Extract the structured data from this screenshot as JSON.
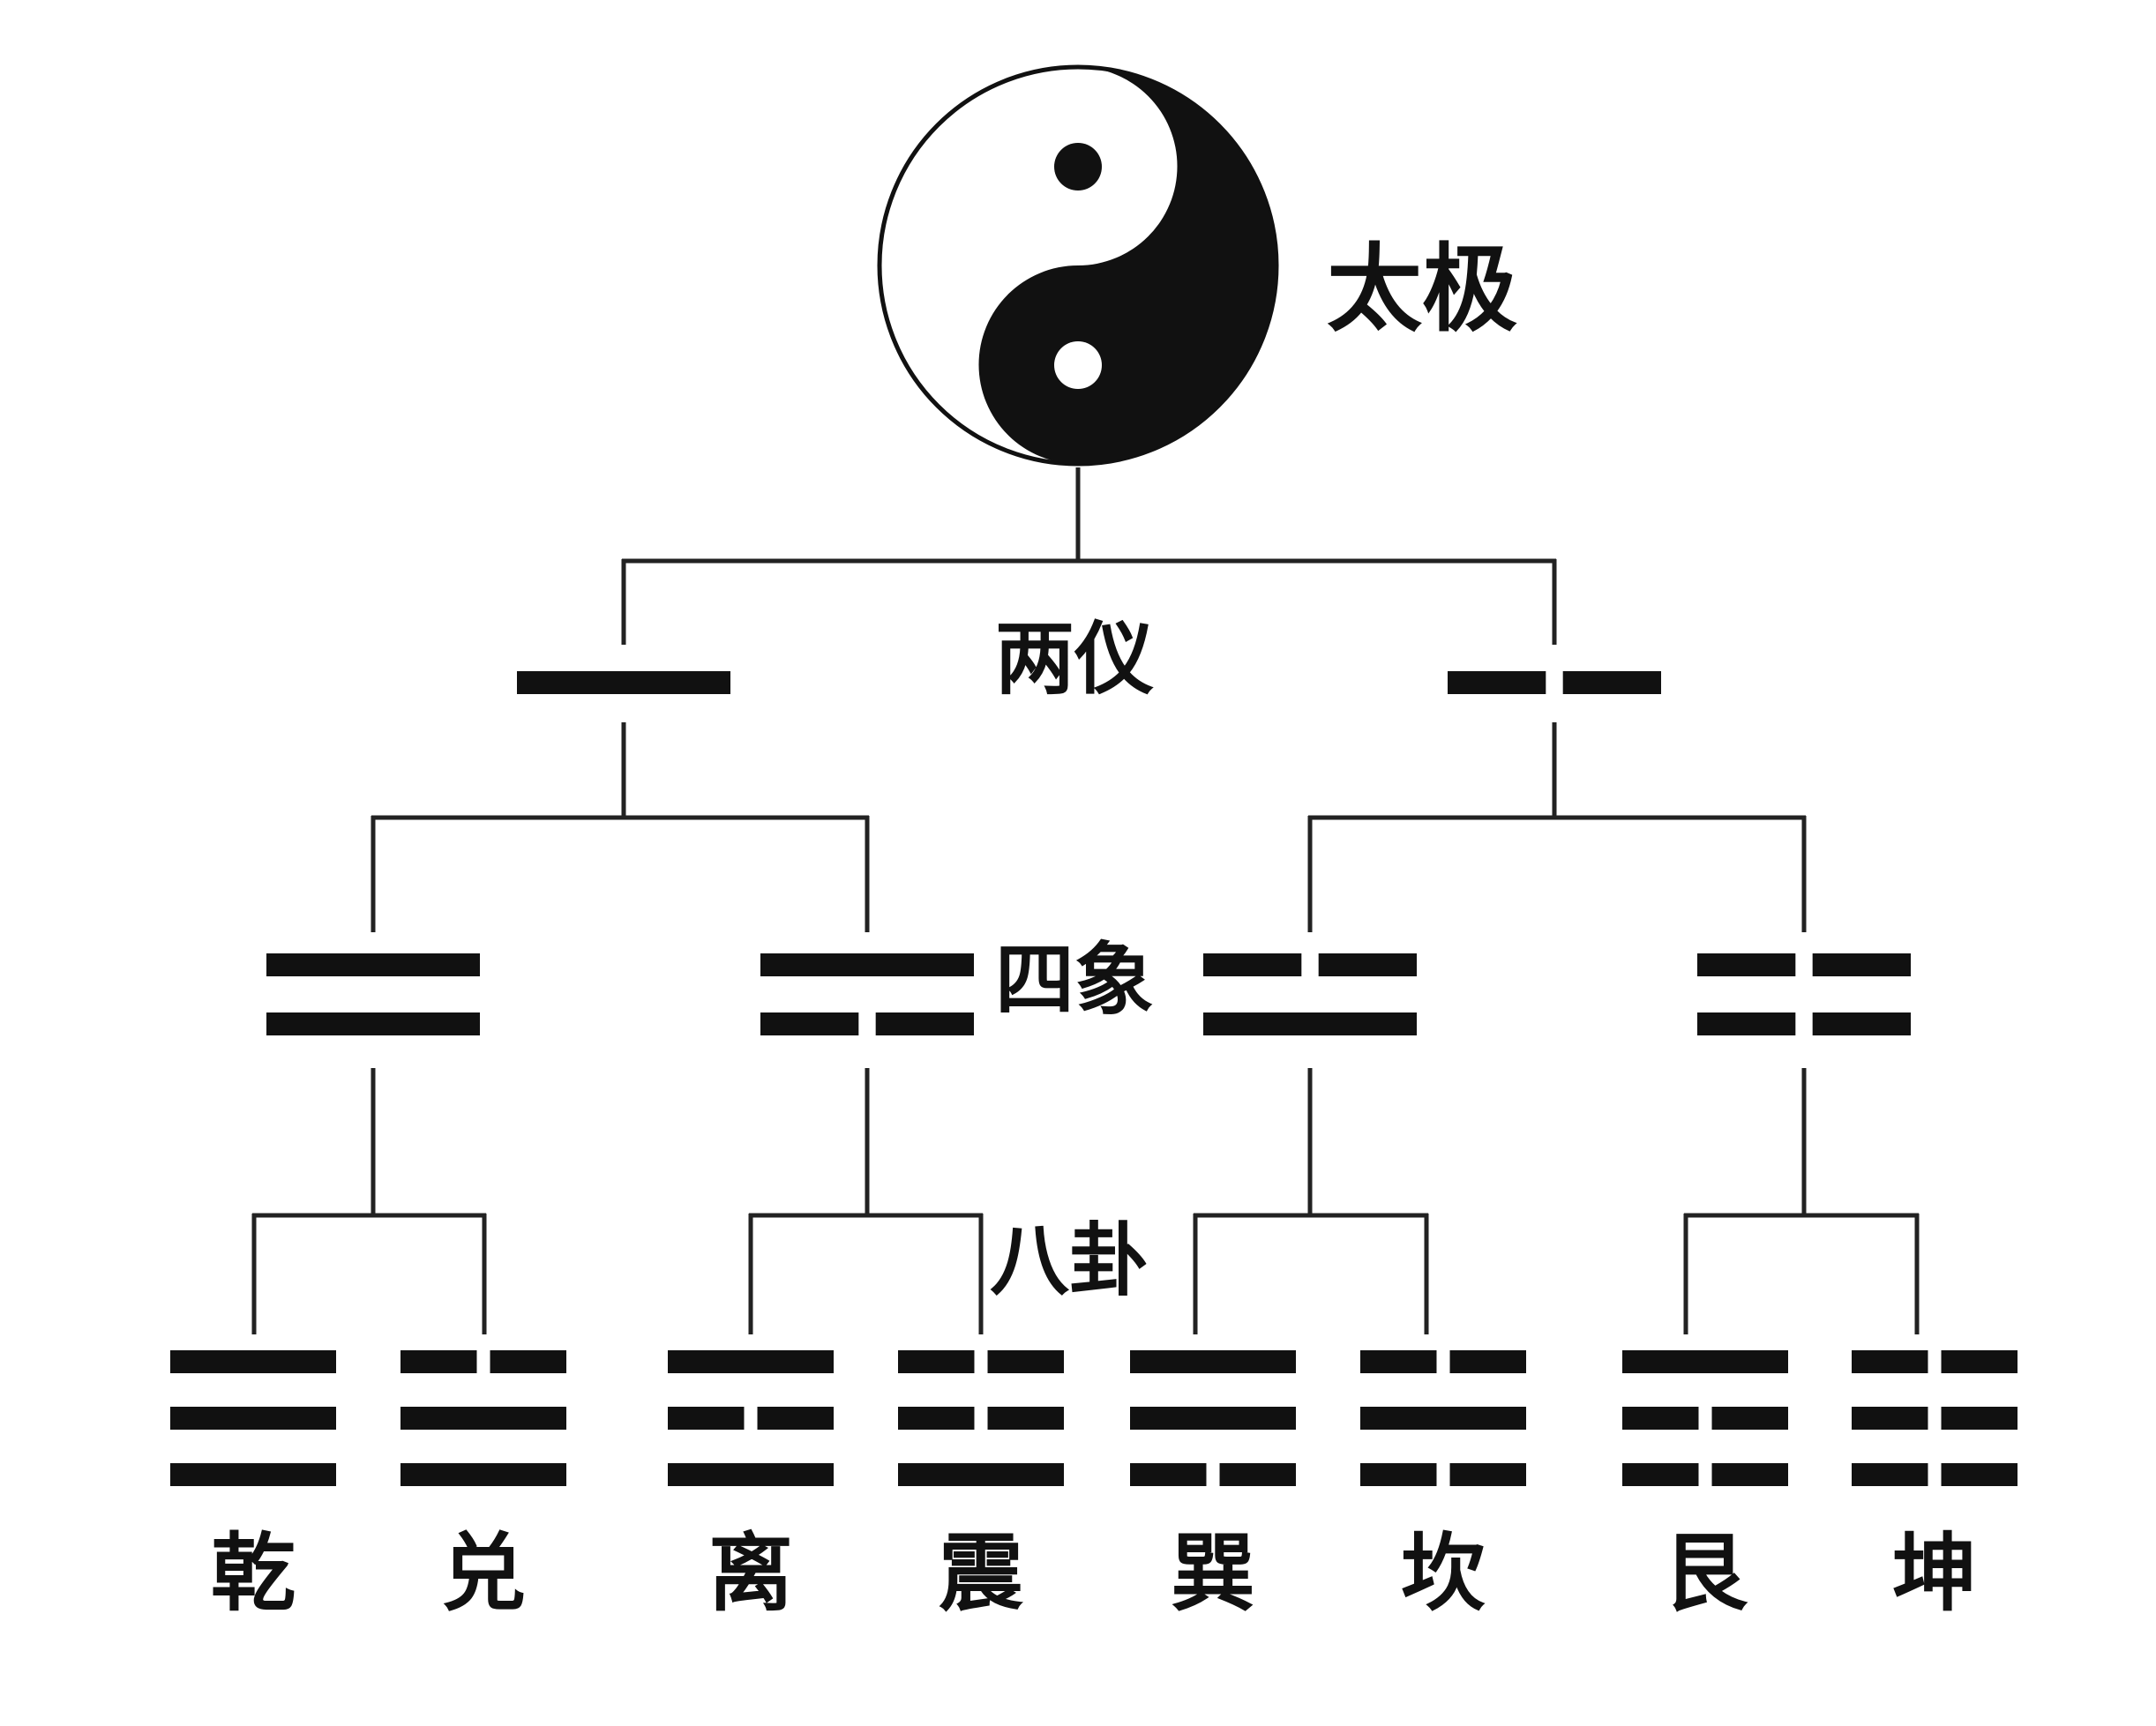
{
  "colors": {
    "ink": "#111111",
    "background": "#ffffff",
    "line": "#222222"
  },
  "labels": {
    "taiji": "太极",
    "liangyi": "两仪",
    "sixiang": "四象",
    "bagua": "八卦"
  },
  "taiji_symbol": {
    "icon": "yin-yang-icon"
  },
  "liangyi": [
    {
      "lines": [
        "yang"
      ]
    },
    {
      "lines": [
        "yin"
      ]
    }
  ],
  "sixiang": [
    {
      "lines": [
        "yang",
        "yang"
      ]
    },
    {
      "lines": [
        "yang",
        "yin"
      ]
    },
    {
      "lines": [
        "yin",
        "yang"
      ]
    },
    {
      "lines": [
        "yin",
        "yin"
      ]
    }
  ],
  "trigrams": [
    {
      "name": "乾",
      "lines": [
        "yang",
        "yang",
        "yang"
      ]
    },
    {
      "name": "兑",
      "lines": [
        "yin",
        "yang",
        "yang"
      ]
    },
    {
      "name": "离",
      "lines": [
        "yang",
        "yin",
        "yang"
      ]
    },
    {
      "name": "震",
      "lines": [
        "yin",
        "yin",
        "yang"
      ]
    },
    {
      "name": "巽",
      "lines": [
        "yang",
        "yang",
        "yin"
      ]
    },
    {
      "name": "坎",
      "lines": [
        "yin",
        "yang",
        "yin"
      ]
    },
    {
      "name": "艮",
      "lines": [
        "yang",
        "yin",
        "yin"
      ]
    },
    {
      "name": "坤",
      "lines": [
        "yin",
        "yin",
        "yin"
      ]
    }
  ]
}
